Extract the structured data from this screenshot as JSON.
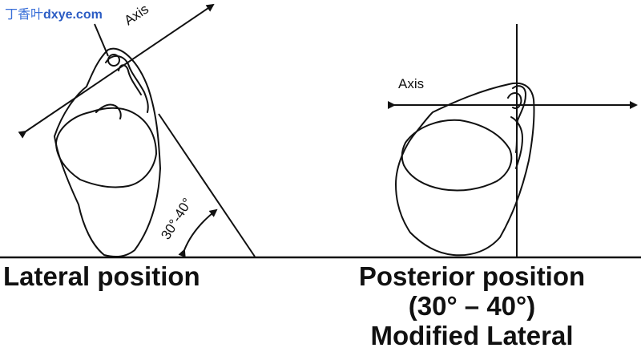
{
  "watermark": {
    "cjk": "丁香叶",
    "latin": "dxye.com"
  },
  "left_view": {
    "axis_label": "Axis",
    "angle_label": "30°-40°",
    "caption": "Lateral position"
  },
  "right_view": {
    "axis_label": "Axis",
    "caption_line1": "Posterior position",
    "caption_line2": "(30° – 40°)",
    "caption_line3": "Modified Lateral"
  },
  "colors": {
    "ink": "#111111",
    "watermark": "#2b5cc4"
  }
}
